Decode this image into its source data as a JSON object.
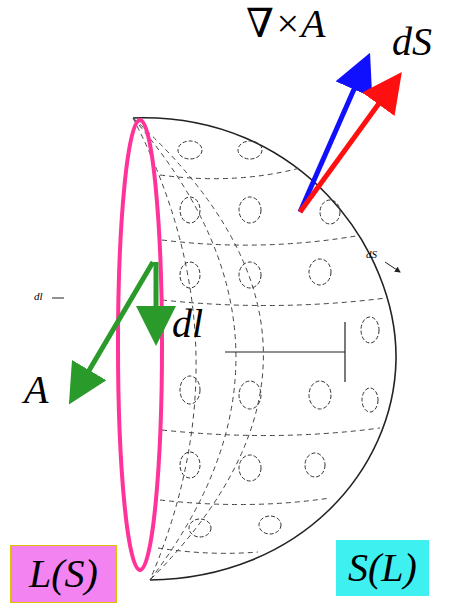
{
  "diagram": {
    "nodes": [
      {
        "text": [
          "L(S)"
        ]
      },
      {
        "text": [
          "S(L)"
        ]
      }
    ],
    "edges": [],
    "labels": [
      "∇×A",
      "dS",
      "dl",
      "A",
      "dl",
      "dS"
    ]
  }
}
